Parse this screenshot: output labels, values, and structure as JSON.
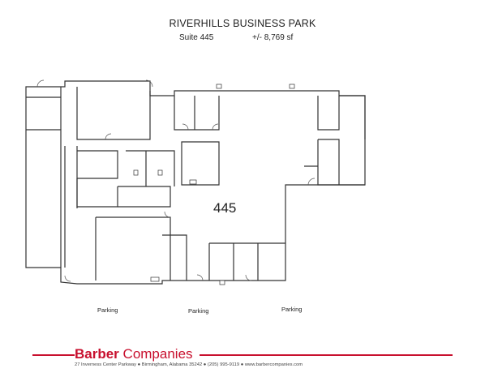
{
  "header": {
    "title": "RIVERHILLS BUSINESS PARK",
    "suite": "Suite 445",
    "area": "+/- 8,769 sf"
  },
  "plan": {
    "unit_label": "445",
    "parking_labels": [
      "Parking",
      "Parking",
      "Parking"
    ]
  },
  "footer": {
    "brand_bold": "Barber",
    "brand_rest": " Companies",
    "address": "27 Inverness Center Parkway ● Birmingham, Alabama 35242 ● (205) 995-9119 ● www.barbercompanies.com",
    "accent_color": "#c8102e"
  }
}
